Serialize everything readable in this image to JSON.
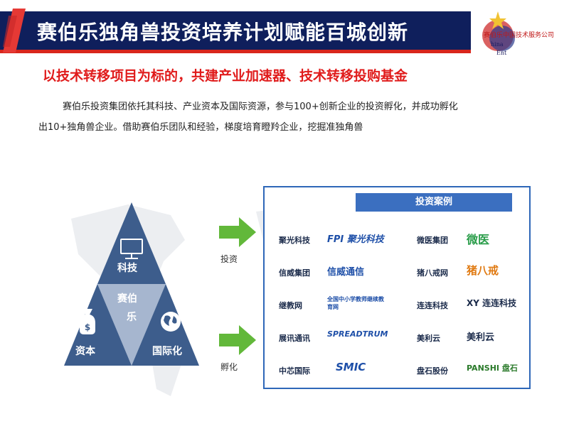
{
  "header": {
    "title": "赛伯乐独角兽投资培养计划赋能百城创新",
    "logo_text": "赛伯乐中国技术服务公司",
    "logo_small1": "hina",
    "logo_small2": "Ent",
    "colors": {
      "bar": "#0f1f5c",
      "accent": "#d9261c"
    }
  },
  "subtitle": "以技术转移项目为标的，共建产业加速器、技术转移投购基金",
  "paragraph": {
    "line1": "赛伯乐投资集团依托其科技、产业资本及国际资源，参与100+创新企业的投资孵化，并成功孵化",
    "line2": "出10+独角兽企业。借助赛伯乐团队和经验，梯度培育瞪羚企业，挖掘准独角兽"
  },
  "triangle": {
    "top": "科技",
    "center_line1": "赛伯",
    "center_line2": "乐",
    "left": "资本",
    "right": "国际化",
    "icons": [
      "monitor-icon",
      "money-bag-icon",
      "globe-icon"
    ]
  },
  "arrows": [
    {
      "label": "投资",
      "icon": "green-arrow-icon"
    },
    {
      "label": "孵化",
      "icon": "green-arrow-icon"
    }
  ],
  "cases": {
    "title": "投资案例",
    "rows": [
      {
        "left_name": "聚光科技",
        "left_logo": "FPI 聚光科技",
        "right_name": "微医集团",
        "right_logo": "微医"
      },
      {
        "left_name": "信威集团",
        "left_logo": "信威通信",
        "right_name": "猪八戒网",
        "right_logo": "猪八戒"
      },
      {
        "left_name": "继教网",
        "left_logo": "全国中小学教师继续教育网",
        "right_name": "连连科技",
        "right_logo": "XY 连连科技"
      },
      {
        "left_name": "展讯通讯",
        "left_logo": "SPREADTRUM",
        "right_name": "美利云",
        "right_logo": "美利云"
      },
      {
        "left_name": "中芯国际",
        "left_logo": "SMIC",
        "right_name": "盘石股份",
        "right_logo": "PANSHI 盘石"
      }
    ]
  }
}
